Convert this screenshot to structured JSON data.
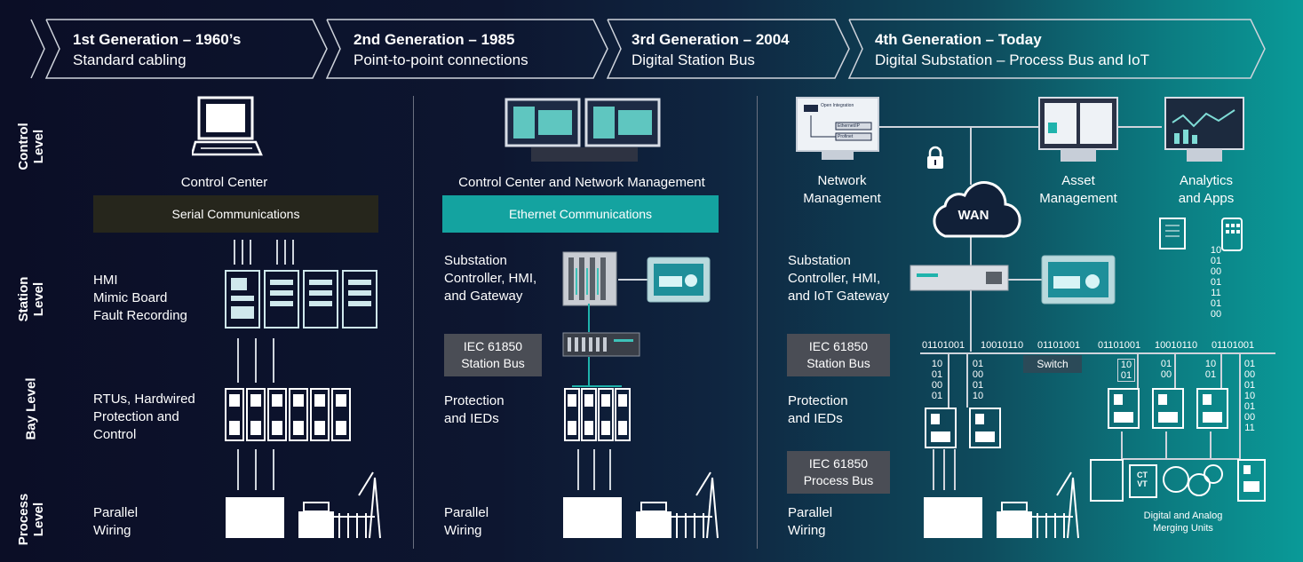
{
  "header": {
    "generations": [
      {
        "title": "1st Generation – 1960’s",
        "subtitle": "Standard cabling"
      },
      {
        "title": "2nd Generation – 1985",
        "subtitle": "Point-to-point connections"
      },
      {
        "title": "3rd Generation – 2004",
        "subtitle": "Digital Station Bus"
      },
      {
        "title": "4th Generation – Today",
        "subtitle": "Digital Substation – Process Bus and IoT"
      }
    ]
  },
  "levels": [
    "Control Level",
    "Station Level",
    "Bay Level",
    "Process Level"
  ],
  "gen1": {
    "control_label": "Control Center",
    "bus_label": "Serial Communications",
    "station_lines": [
      "HMI",
      "Mimic Board",
      "Fault Recording"
    ],
    "bay_lines": [
      "RTUs, Hardwired",
      "Protection and",
      "Control"
    ],
    "process_lines": [
      "Parallel",
      "Wiring"
    ]
  },
  "gen23": {
    "control_label": "Control Center and Network Management",
    "bus_label": "Ethernet Communications",
    "station_lines": [
      "Substation",
      "Controller, HMI,",
      "and Gateway"
    ],
    "station_bus_lines": [
      "IEC 61850",
      "Station Bus"
    ],
    "bay_lines": [
      "Protection",
      "and IEDs"
    ],
    "process_lines": [
      "Parallel",
      "Wiring"
    ]
  },
  "gen4": {
    "network_mgmt_lines": [
      "Network",
      "Management"
    ],
    "wan_label": "WAN",
    "asset_mgmt_lines": [
      "Asset",
      "Management"
    ],
    "analytics_lines": [
      "Analytics",
      "and Apps"
    ],
    "screen_texts": [
      "Open Integration",
      "Ethernet/IP",
      "Profinet"
    ],
    "station_lines": [
      "Substation",
      "Controller, HMI,",
      "and IoT Gateway"
    ],
    "station_bus_lines": [
      "IEC 61850",
      "Station Bus"
    ],
    "process_bus_lines": [
      "IEC 61850",
      "Process Bus"
    ],
    "bay_lines": [
      "Protection",
      "and IEDs"
    ],
    "process_lines": [
      "Parallel",
      "Wiring"
    ],
    "switch_label": "Switch",
    "bus_bits": [
      "01101001",
      "10010110",
      "01101001",
      "01101001",
      "10010110",
      "01101001"
    ],
    "vertical_bits": [
      "10",
      "01",
      "00",
      "01",
      "11",
      "01",
      "00"
    ],
    "drop_bits": [
      [
        "10",
        "01",
        "00",
        "01"
      ],
      [
        "01",
        "00",
        "01",
        "10"
      ],
      [
        "10",
        "01"
      ],
      [
        "01",
        "00"
      ],
      [
        "10",
        "01"
      ],
      [
        "01",
        "00",
        "01",
        "10",
        "01",
        "00",
        "11"
      ]
    ],
    "ct_label": "CT",
    "vt_label": "VT",
    "merging_units_lines": [
      "Digital and Analog",
      "Merging Units"
    ]
  }
}
